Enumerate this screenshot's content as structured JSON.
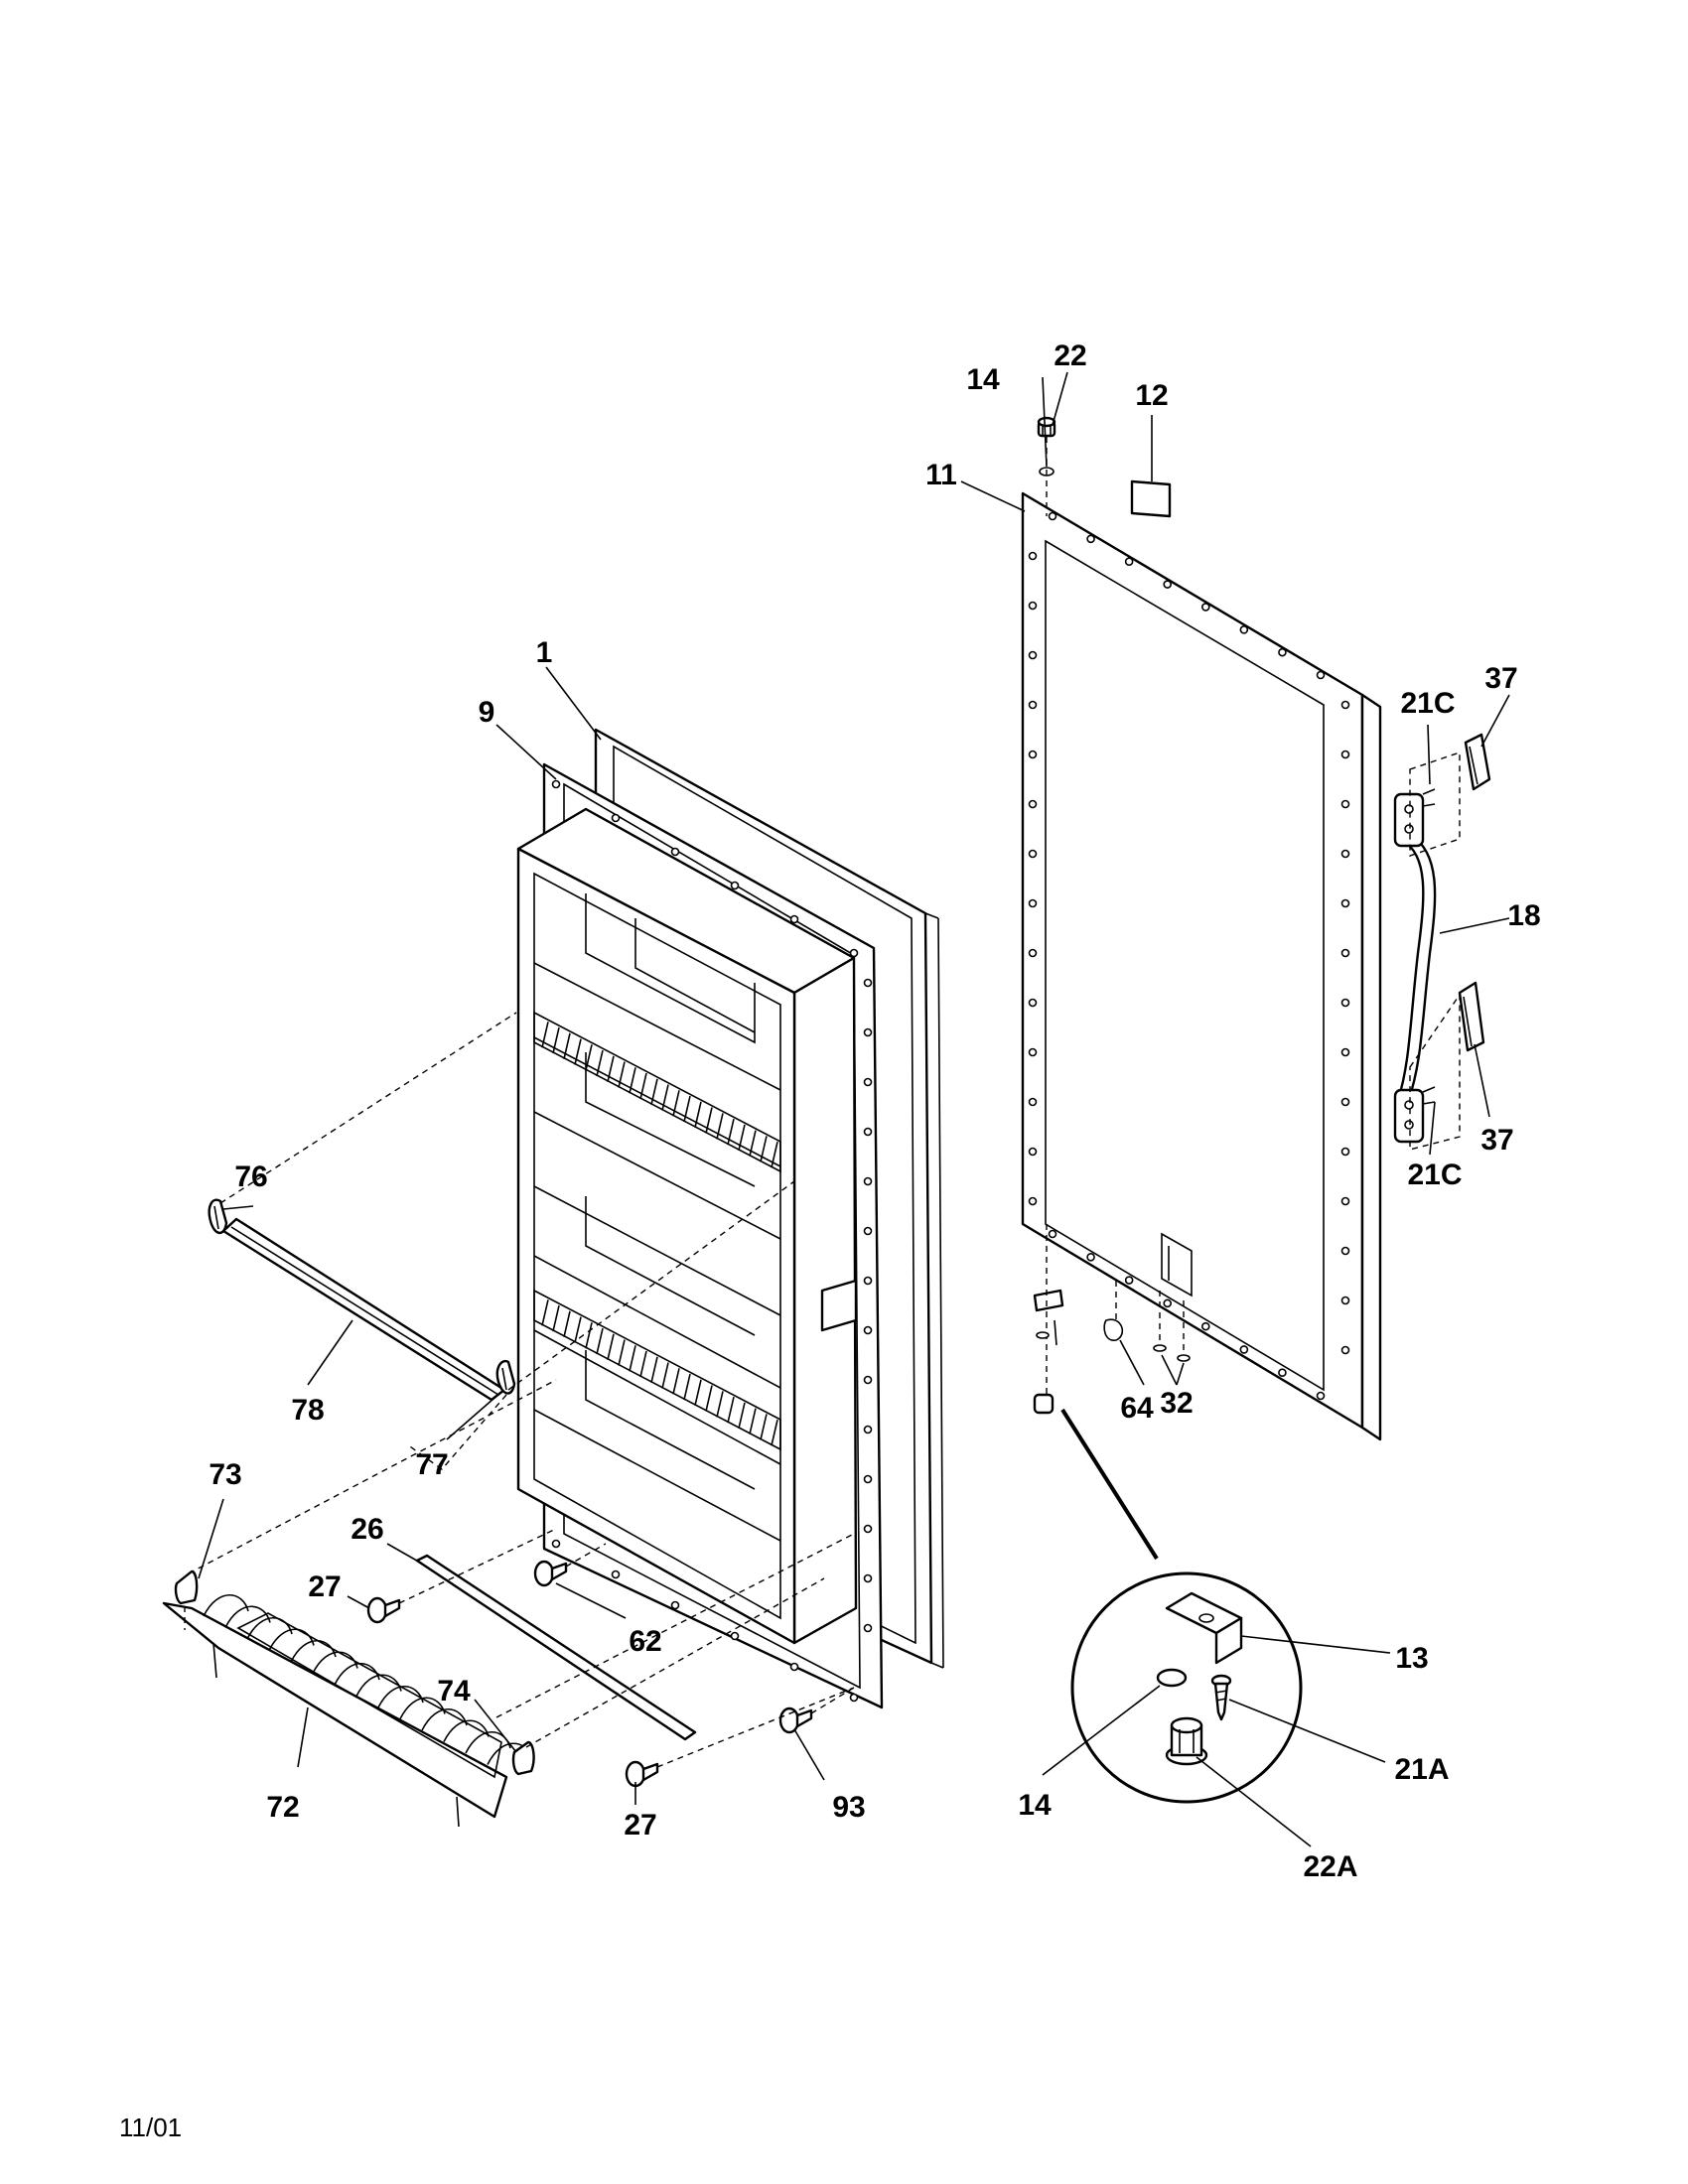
{
  "diagram": {
    "footer_date": "11/01",
    "callouts": {
      "p1": "1",
      "p9": "9",
      "p11": "11",
      "p12": "12",
      "p13": "13",
      "p14_top": "14",
      "p14_detail": "14",
      "p18": "18",
      "p21A": "21A",
      "p21C_upper": "21C",
      "p21C_lower": "21C",
      "p22": "22",
      "p22A": "22A",
      "p26": "26",
      "p27_upper": "27",
      "p27_lower": "27",
      "p32": "32",
      "p37_upper": "37",
      "p37_lower": "37",
      "p62": "62",
      "p64": "64",
      "p72": "72",
      "p73": "73",
      "p74": "74",
      "p76": "76",
      "p77": "77",
      "p78": "78",
      "p93": "93"
    }
  }
}
